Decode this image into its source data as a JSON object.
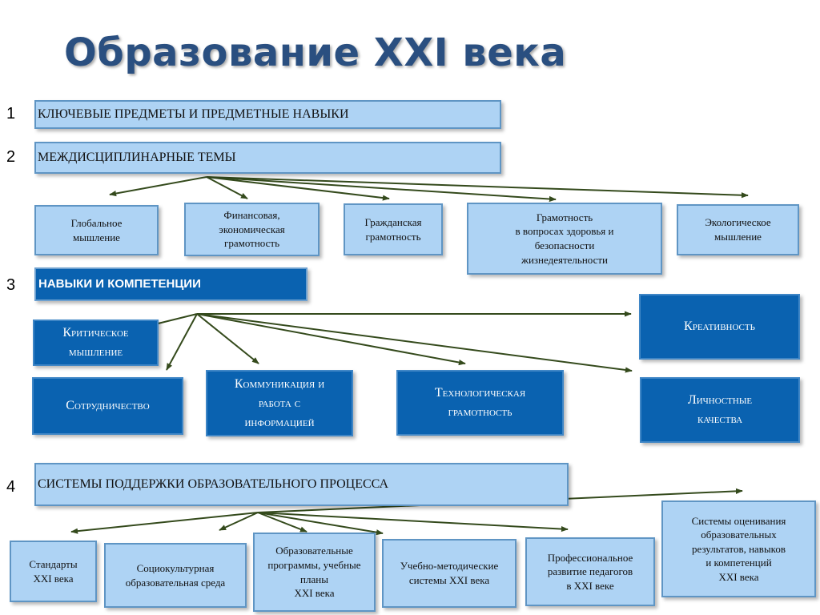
{
  "title": "Образование XXI века",
  "colors": {
    "title": "#2a4f80",
    "light_fill": "#aed3f4",
    "dark_fill": "#0a62b0",
    "arrow": "#344a1c"
  },
  "sections": [
    {
      "number": "1",
      "heading": "КЛЮЧЕВЫЕ ПРЕДМЕТЫ И ПРЕДМЕТНЫЕ НАВЫКИ"
    },
    {
      "number": "2",
      "heading": "МЕЖДИСЦИПЛИНАРНЫЕ ТЕМЫ",
      "items": [
        "Глобальное\nмышление",
        "Финансовая,\nэкономическая\nграмотность",
        "Гражданская\nграмотность",
        "Грамотность\nв вопросах здоровья и\nбезопасности\nжизнедеятельности",
        "Экологическое\nмышление"
      ]
    },
    {
      "number": "3",
      "heading": "НАВЫКИ И КОМПЕТЕНЦИИ",
      "items": [
        "Критическое\nмышление",
        "Креативность",
        "Сотрудничество",
        "Коммуникация и\nработа с\nинформацией",
        "Технологическая\nграмотность",
        "Личностные\nкачества"
      ]
    },
    {
      "number": "4",
      "heading": "СИСТЕМЫ ПОДДЕРЖКИ ОБРАЗОВАТЕЛЬНОГО ПРОЦЕССА",
      "items": [
        "Стандарты\nXXI века",
        "Социокультурная\nобразовательная среда",
        "Образовательные\nпрограммы, учебные\nпланы\nXXI века",
        "Учебно-методические\nсистемы XXI века",
        "Профессиональное\nразвитие педагогов\nв XXI веке",
        "Системы оценивания\nобразовательных\nрезультатов, навыков\nи компетенций\nXXI века"
      ]
    }
  ]
}
